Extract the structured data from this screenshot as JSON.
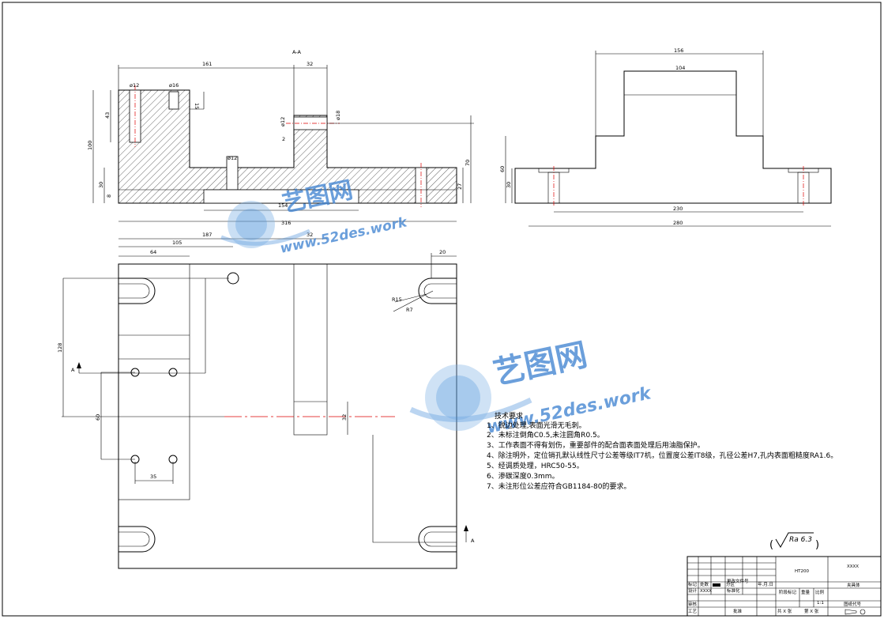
{
  "section_label": "A-A",
  "arrow_label": "A",
  "dims": {
    "d161": "161",
    "d32": "32",
    "d12": "ø12",
    "d16": "ø16",
    "d15": "15",
    "d43": "43",
    "d100": "100",
    "d30": "30",
    "d8": "8",
    "d12b": "ø12",
    "d154": "154",
    "d316": "316",
    "d70": "70",
    "d27": "27",
    "d2": "2",
    "d12c": "ø12",
    "d18": "ø18",
    "r156": "156",
    "r104": "104",
    "r60": "60",
    "r30": "30",
    "r230": "230",
    "r280": "280",
    "t187": "187",
    "t105": "105",
    "t64": "64",
    "t32": "32",
    "t20": "20",
    "r15": "R15",
    "r7": "R7",
    "t128": "128",
    "t60": "60",
    "t35": "35",
    "t32b": "32"
  },
  "requirements": {
    "title": "技术要求",
    "items": [
      "1、锐边处理,表面光滑无毛刺。",
      "2、未标注倒角C0.5,未注圆角R0.5。",
      "3、工作表面不得有划伤，重要部件的配合面表面处理后用油脂保护。",
      "4、除注明外，定位销孔默认线性尺寸公差等级IT7机，位置度公差IT8级，孔径公差H7,孔内表面粗糙度RA1.6。",
      "5、经调质处理，HRC50-55。",
      "6、渗碳深度0.3mm。",
      "7、未注形位公差应符合GB1184-80的要求。"
    ]
  },
  "roughness": "Ra 6.3",
  "watermark": {
    "cn": "艺图网",
    "url": "www.52des.work"
  },
  "title_block": {
    "material": "HT200",
    "company": "XXXX",
    "part_name": "夹具体",
    "scale": "1:1",
    "drawing_no_label": "图纸代号",
    "stage_mark": "阶段标记",
    "weight": "重量",
    "ratio": "比例",
    "mark": "标记",
    "count": "处数",
    "zone": "分区",
    "change_no": "更改文件号",
    "sign": "签名",
    "date": "年.月.日",
    "design": "设计",
    "designer": "XXXX",
    "standardize": "标准化",
    "review": "审核",
    "process": "工艺",
    "approve": "批准",
    "sheets_total": "共 X 张",
    "sheet_no": "第 X 张"
  }
}
